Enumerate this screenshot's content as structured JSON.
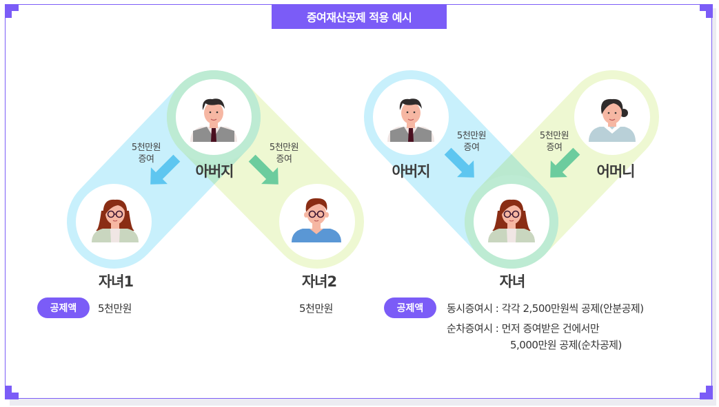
{
  "title": "증여재산공제 적용 예시",
  "colors": {
    "accent": "#7b5cf7",
    "capsule_blue": "#c8f0fc",
    "capsule_yellow": "#eef8d2",
    "ring_green": "#bdebd3",
    "arrow_blue": "#5ec6f0",
    "arrow_green": "#6ccc9e"
  },
  "left_example": {
    "giver": {
      "label": "아버지",
      "icon": "father-avatar"
    },
    "gift_to_child1": {
      "line1": "5천만원",
      "line2": "증여"
    },
    "gift_to_child2": {
      "line1": "5천만원",
      "line2": "증여"
    },
    "child1": {
      "label": "자녀1",
      "icon": "daughter-avatar"
    },
    "child2": {
      "label": "자녀2",
      "icon": "son-avatar"
    },
    "deduction_badge": "공제액",
    "child1_deduction": "5천만원",
    "child2_deduction": "5천만원"
  },
  "right_example": {
    "father": {
      "label": "아버지",
      "icon": "father-avatar"
    },
    "mother": {
      "label": "어머니",
      "icon": "mother-avatar"
    },
    "gift_from_father": {
      "line1": "5천만원",
      "line2": "증여"
    },
    "gift_from_mother": {
      "line1": "5천만원",
      "line2": "증여"
    },
    "child": {
      "label": "자녀",
      "icon": "daughter-avatar"
    },
    "deduction_badge": "공제액",
    "deduction_lines": [
      "동시증여시 : 각각 2,500만원씩 공제(안분공제)",
      "순차증여시 : 먼저 증여받은 건에서만",
      "5,000만원 공제(순차공제)"
    ]
  }
}
